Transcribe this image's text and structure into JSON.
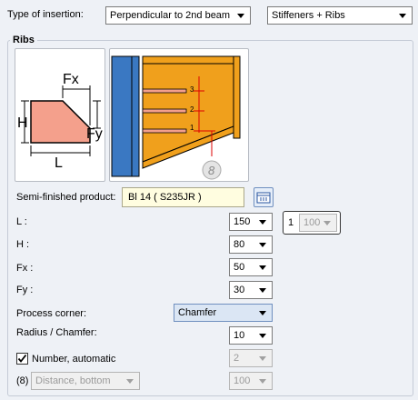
{
  "header": {
    "type_label": "Type of insertion:",
    "type_value": "Perpendicular to 2nd beam",
    "stiffener_value": "Stiffeners + Ribs"
  },
  "group": {
    "title": "Ribs"
  },
  "diagram_left": {
    "label_h": "H",
    "label_fx": "Fx",
    "label_fy": "Fy",
    "label_l": "L"
  },
  "diagram_right": {
    "rib_numbers": [
      "3",
      "2",
      "1"
    ],
    "badge": "8"
  },
  "form": {
    "semi_label": "Semi-finished product:",
    "semi_value": "Bl 14  ( S235JR )",
    "l_label": "L :",
    "l_value": "150",
    "count_label": "1",
    "count_value": "100",
    "h_label": "H :",
    "h_value": "80",
    "fx_label": "Fx :",
    "fx_value": "50",
    "fy_label": "Fy :",
    "fy_value": "30",
    "corner_label": "Process corner:",
    "corner_value": "Chamfer",
    "radius_label": "Radius / Chamfer:",
    "radius_value": "10",
    "number_label": "Number, automatic",
    "number_value": "2",
    "dist_prefix": "(8)",
    "dist_value": "Distance, bottom",
    "dist_amount": "100"
  }
}
